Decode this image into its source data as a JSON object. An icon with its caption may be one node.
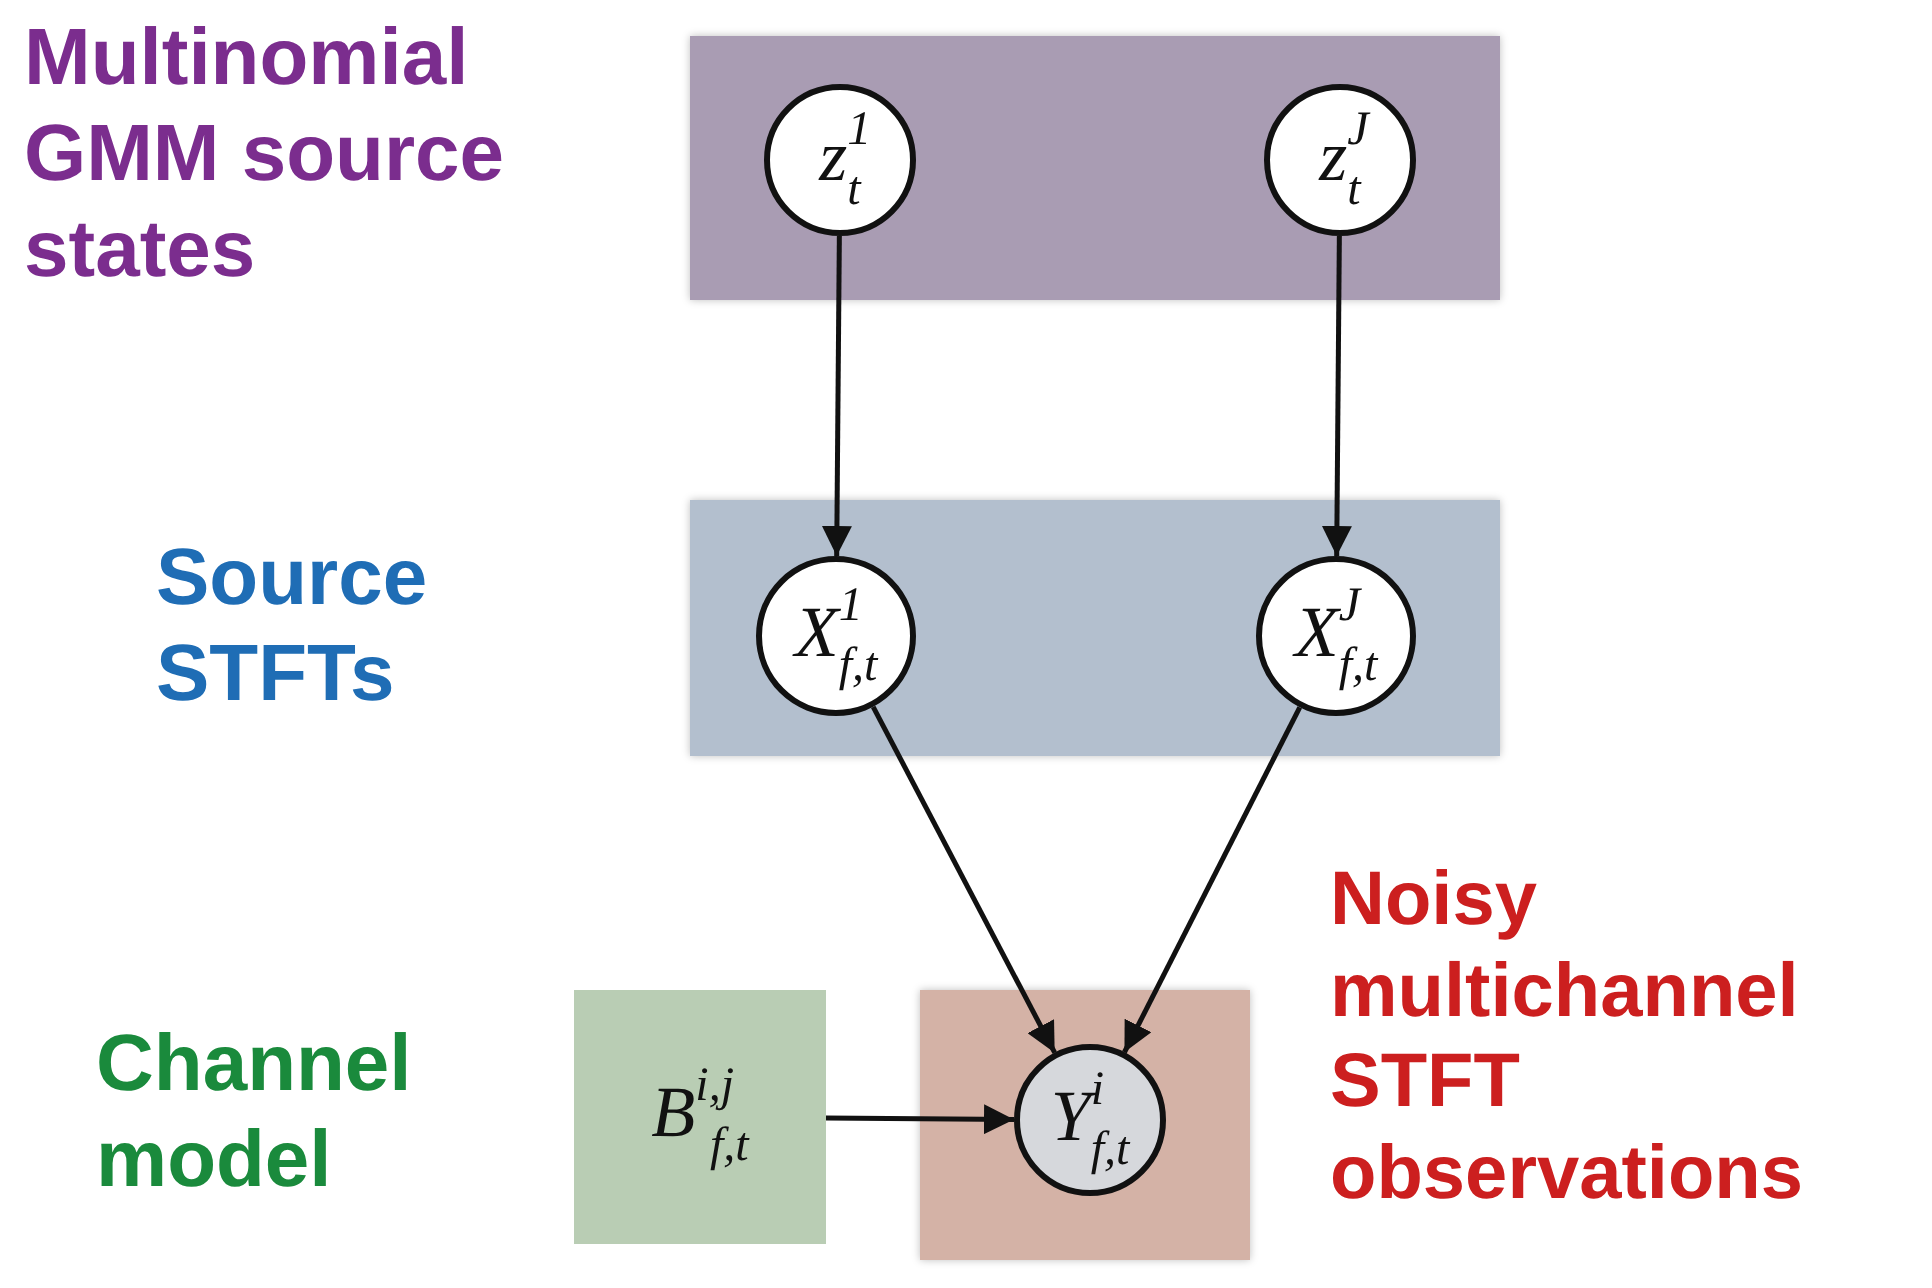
{
  "diagram": {
    "nodes": [
      {
        "text": [],
        "shape": "box",
        "beside": [
          "Multinomial GMM source states"
        ]
      },
      {
        "text": [
          "*z*$^{1}$$_{t}$"
        ],
        "in": 0
      },
      {
        "text": [
          "*z*$^{J}$$_{t}$"
        ],
        "in": 0
      },
      {
        "text": [],
        "shape": "box",
        "beside": [
          "Source STFTs"
        ]
      },
      {
        "text": [
          "*X*$^{1}$$_{f,t}$"
        ],
        "in": 3
      },
      {
        "text": [
          "*X*$^{J}$$_{f,t}$"
        ],
        "in": 3
      },
      {
        "text": [
          "*B*$^{i,j}$$_{f,t}$"
        ],
        "beside": [
          "Channel model"
        ]
      },
      {
        "text": [],
        "shape": "box",
        "beside": [
          "Noisy multichannel STFT observations"
        ]
      },
      {
        "text": [
          "*Y*$^{i}$$_{f,t}$"
        ],
        "in": 7
      }
    ],
    "edges": [
      {
        "from": 1,
        "to": 4,
        "arrow": "to"
      },
      {
        "from": 2,
        "to": 5,
        "arrow": "to"
      },
      {
        "from": 4,
        "to": 8,
        "arrow": "to"
      },
      {
        "from": 5,
        "to": 8,
        "arrow": "to"
      },
      {
        "from": 6,
        "to": 8,
        "arrow": "to"
      }
    ]
  }
}
